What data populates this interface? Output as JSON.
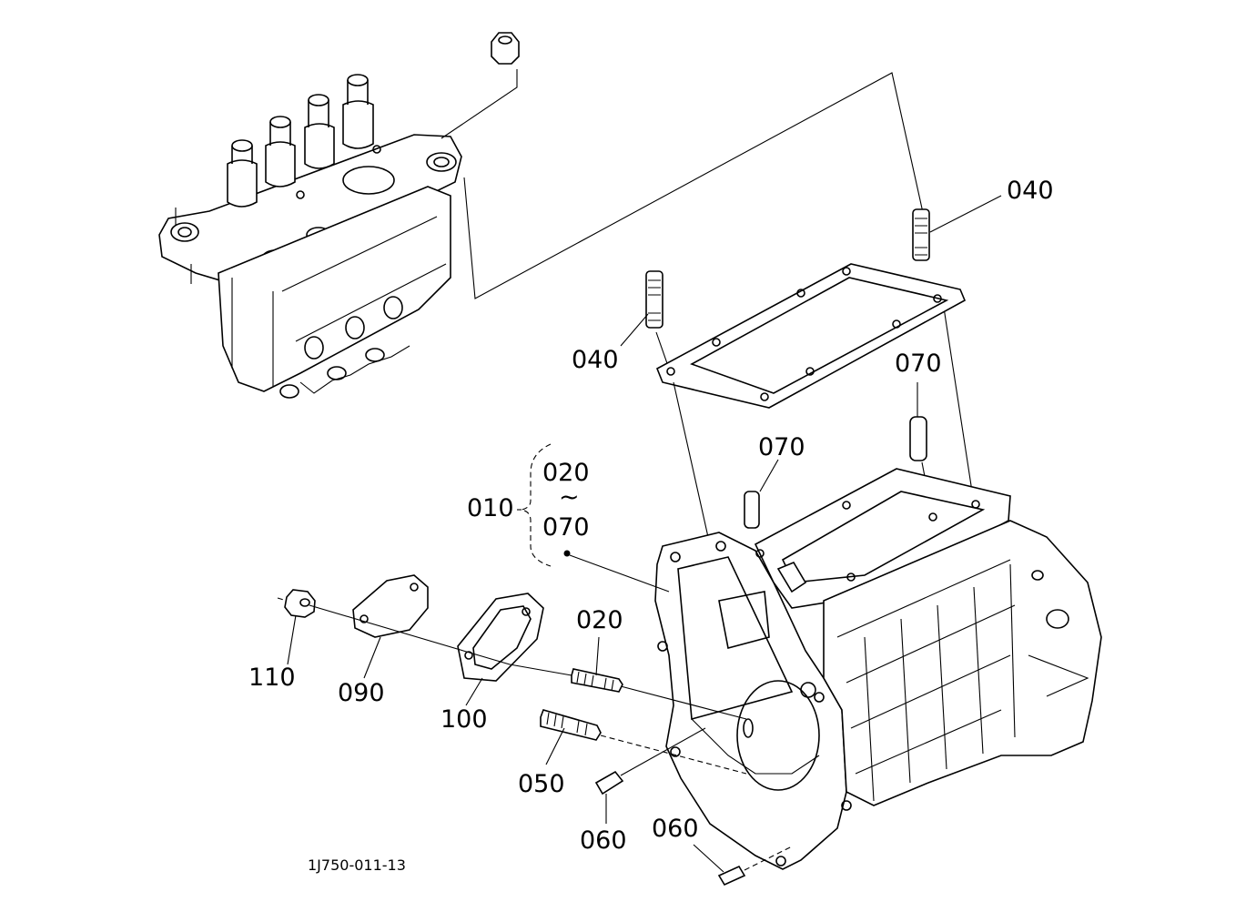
{
  "diagram": {
    "drawing_number": "1J750-011-13",
    "callouts": [
      {
        "id": "c040a",
        "text": "040"
      },
      {
        "id": "c040b",
        "text": "040"
      },
      {
        "id": "c070a",
        "text": "070"
      },
      {
        "id": "c070b",
        "text": "070"
      },
      {
        "id": "c010",
        "text": "010"
      },
      {
        "id": "c020r",
        "text": "020"
      },
      {
        "id": "ctilde",
        "text": "~"
      },
      {
        "id": "c070r",
        "text": "070"
      },
      {
        "id": "c020",
        "text": "020"
      },
      {
        "id": "c110",
        "text": "110"
      },
      {
        "id": "c090",
        "text": "090"
      },
      {
        "id": "c100",
        "text": "100"
      },
      {
        "id": "c050",
        "text": "050"
      },
      {
        "id": "c060a",
        "text": "060"
      },
      {
        "id": "c060b",
        "text": "060"
      }
    ]
  }
}
